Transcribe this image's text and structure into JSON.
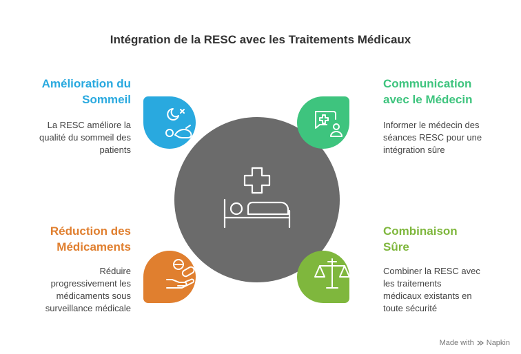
{
  "title": "Intégration de la RESC avec les Traitements Médicaux",
  "colors": {
    "center": "#6b6b6b",
    "blue": "#29a9df",
    "green_dark": "#3ec47e",
    "orange": "#e07f2f",
    "green_light": "#7fb73d"
  },
  "center": {
    "icons": [
      "plus-icon",
      "bed-patient-icon"
    ]
  },
  "sections": {
    "top_left": {
      "heading_line1": "Amélioration du",
      "heading_line2": "Sommeil",
      "body_line1": "La RESC améliore la",
      "body_line2": "qualité du sommeil des",
      "body_line3": "patients",
      "icon": "sleep-icon"
    },
    "top_right": {
      "heading_line1": "Communication",
      "heading_line2": "avec le Médecin",
      "body_line1": "Informer le médecin des",
      "body_line2": "séances RESC pour une",
      "body_line3": "intégration sûre",
      "icon": "doctor-chat-icon"
    },
    "bottom_left": {
      "heading_line1": "Réduction des",
      "heading_line2": "Médicaments",
      "body_line1": "Réduire",
      "body_line2": "progressivement les",
      "body_line3": "médicaments sous",
      "body_line4": "surveillance médicale",
      "icon": "pills-hand-icon"
    },
    "bottom_right": {
      "heading_line1": "Combinaison",
      "heading_line2": "Sûre",
      "body_line1": "Combiner la RESC avec",
      "body_line2": "les traitements",
      "body_line3": "médicaux existants en",
      "body_line4": "toute sécurité",
      "icon": "scale-icon"
    }
  },
  "footer": {
    "made_with": "Made with",
    "brand": "Napkin"
  }
}
